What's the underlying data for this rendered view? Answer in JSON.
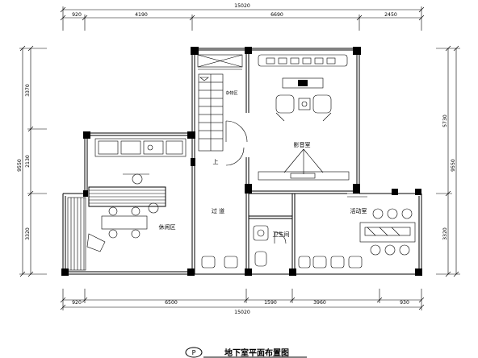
{
  "dims": {
    "top_total": "15020",
    "top": [
      "920",
      "4190",
      "6690",
      "2450"
    ],
    "bottom": [
      "920",
      "6500",
      "1590",
      "3960",
      "930"
    ],
    "bottom_total": "15020",
    "left": [
      "3370",
      "2130",
      "3320"
    ],
    "left_total": "9550",
    "right": [
      "5730",
      "3320"
    ],
    "right_total": "9550"
  },
  "rooms": {
    "storage": "杂物区",
    "theater": "影音室",
    "up": "上",
    "corridor": "过 道",
    "activity": "活动室",
    "lounge": "休闲区",
    "bathroom": "卫生间"
  },
  "title": {
    "symbol": "P",
    "text": "地下室平面布置图"
  }
}
